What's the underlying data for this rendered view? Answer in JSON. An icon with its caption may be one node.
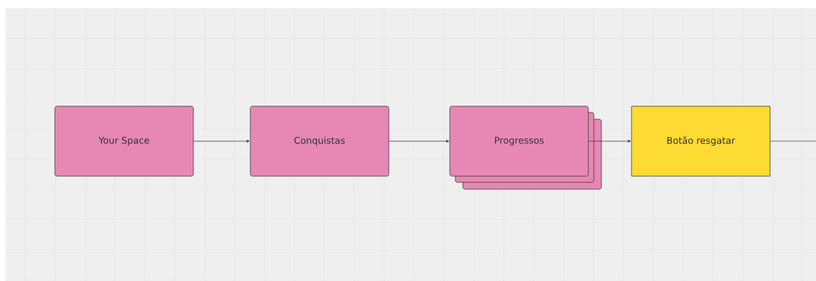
{
  "diagram": {
    "nodes": [
      {
        "text": [
          "Your Space"
        ]
      },
      {
        "text": [
          "Conquistas"
        ]
      },
      {
        "text": [
          "Progressos"
        ]
      },
      {
        "text": [
          "Botão resgatar"
        ]
      }
    ],
    "edges": [
      {
        "from": 0,
        "to": 1,
        "arrow": "to"
      },
      {
        "from": 1,
        "to": 2,
        "arrow": "to"
      },
      {
        "from": 2,
        "to": 3,
        "arrow": "to"
      },
      {
        "from": 3,
        "to": null,
        "arrow": "none"
      }
    ]
  }
}
